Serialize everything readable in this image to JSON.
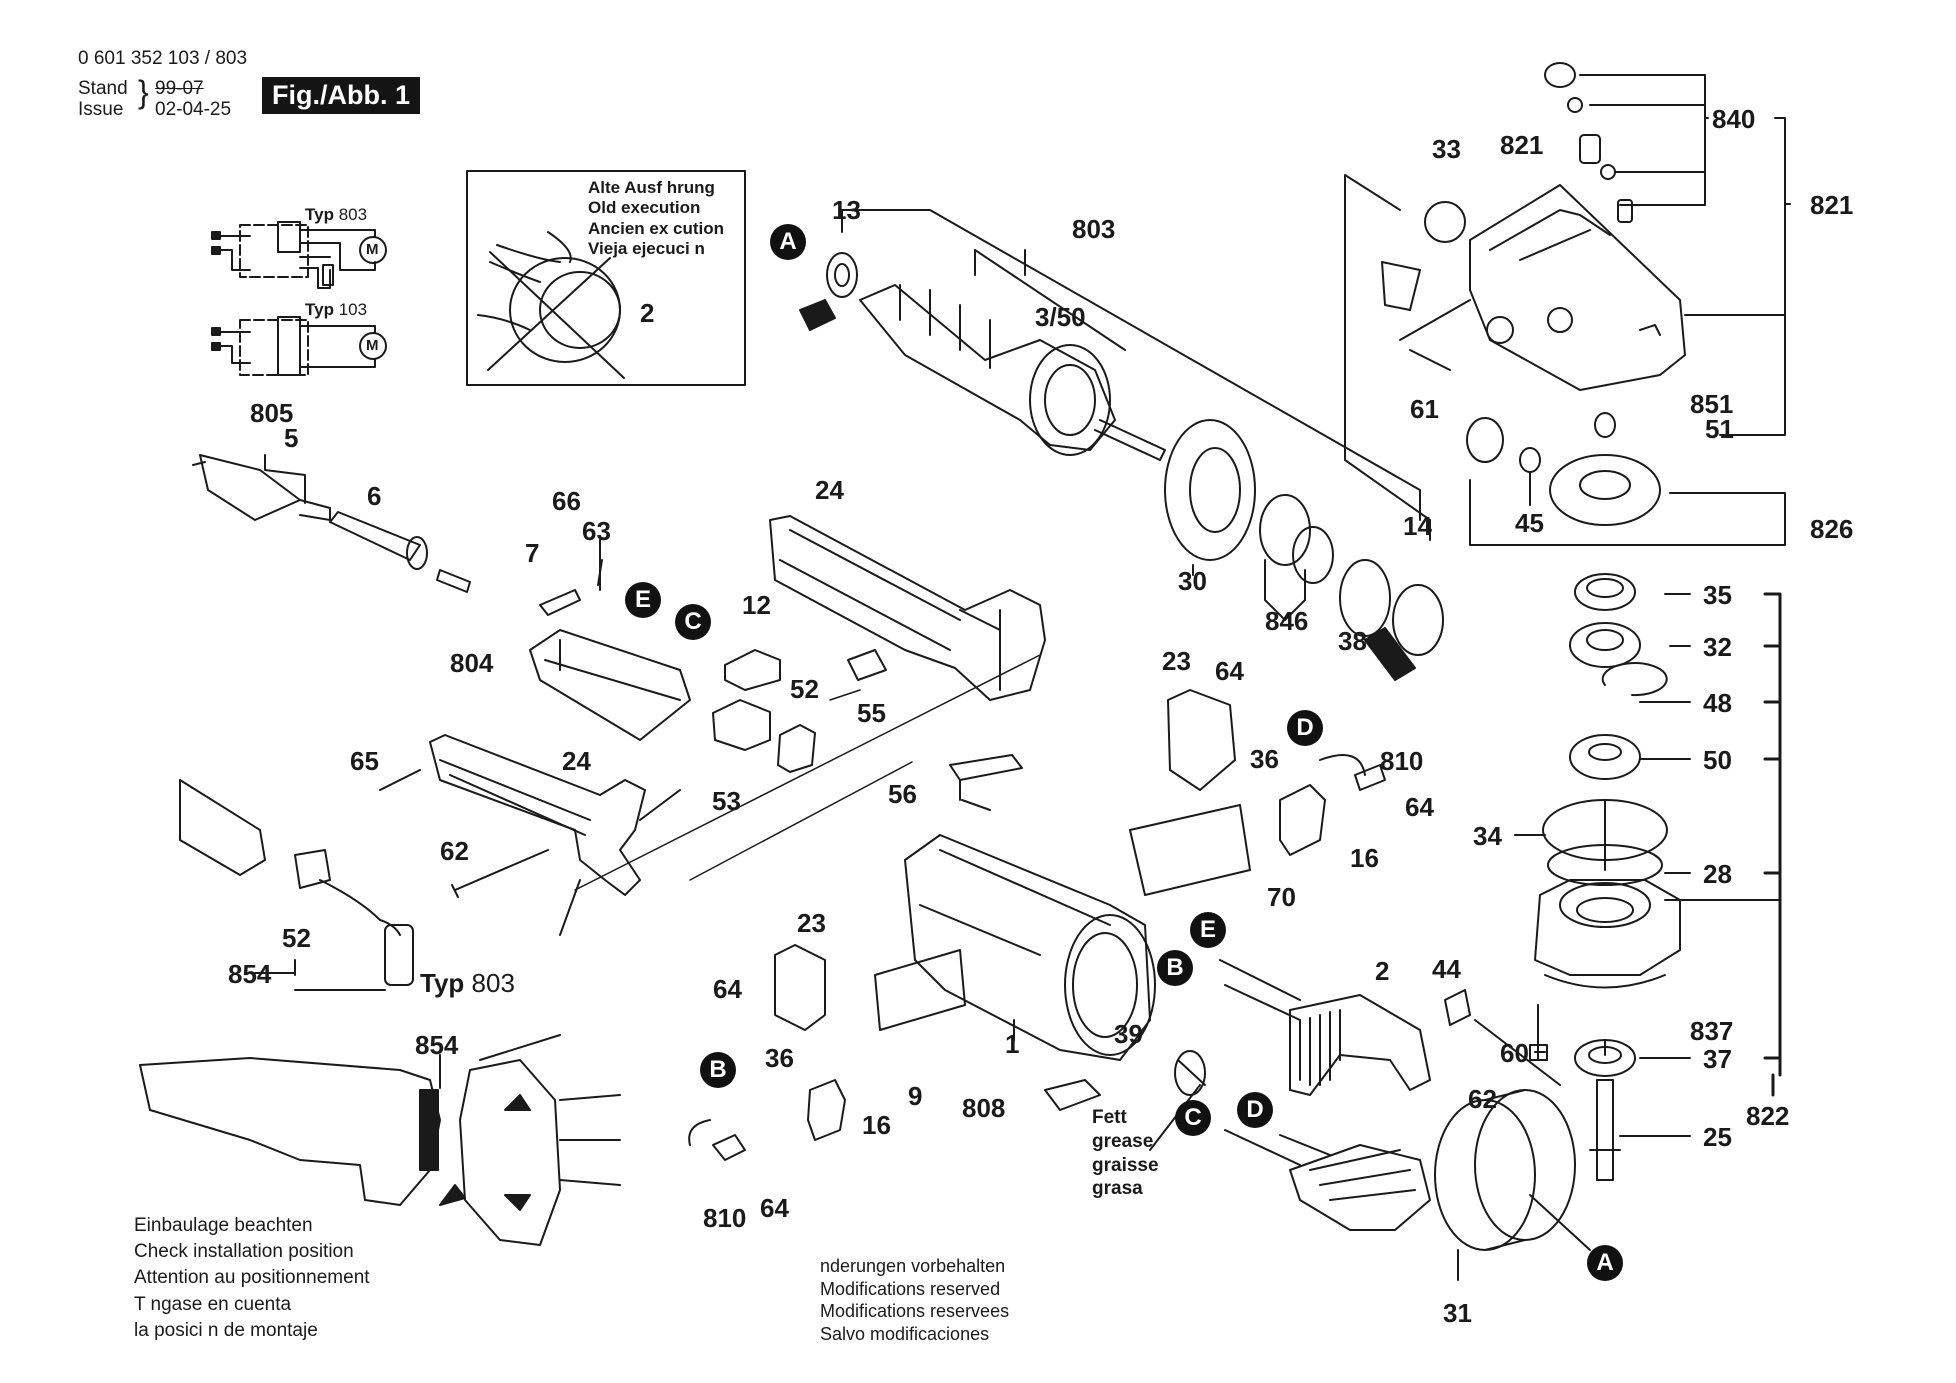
{
  "header": {
    "part_number": "0 601 352 103 / 803",
    "stand_label": "Stand",
    "issue_label": "Issue",
    "old_date": "99-07",
    "issue_date": "02-04-25",
    "figure_label": "Fig./Abb. 1"
  },
  "wiring": {
    "typ803_label": "Typ",
    "typ803_value": "803",
    "typ103_label": "Typ",
    "typ103_value": "103",
    "motor_symbol": "M"
  },
  "old_execution_box": {
    "lines": [
      "Alte Ausf hrung",
      "Old execution",
      "Ancien ex cution",
      "Vieja ejecuci n"
    ],
    "part": "2"
  },
  "connection_markers": [
    "A",
    "B",
    "C",
    "D",
    "E"
  ],
  "labels": {
    "l805": "805",
    "l5": "5",
    "l6": "6",
    "l66": "66",
    "l63": "63",
    "l7": "7",
    "l12": "12",
    "l804": "804",
    "l24a": "24",
    "l24b": "24",
    "l55": "55",
    "l52a": "52",
    "l53": "53",
    "l65": "65",
    "l62a": "62",
    "l52b": "52",
    "l854a": "854",
    "l854b": "854",
    "l13": "13",
    "l803": "803",
    "l350": "3/50",
    "l30": "30",
    "l846": "846",
    "l38": "38",
    "l14": "14",
    "l33": "33",
    "l821a": "821",
    "l840": "840",
    "l821b": "821",
    "l61": "61",
    "l851": "851",
    "l51": "51",
    "l45": "45",
    "l826": "826",
    "l35": "35",
    "l32": "32",
    "l48": "48",
    "l50": "50",
    "l34": "34",
    "l28": "28",
    "l60": "60",
    "l837": "837",
    "l37": "37",
    "l822": "822",
    "l25": "25",
    "l23a": "23",
    "l64a": "64",
    "l36a": "36",
    "l810a": "810",
    "l64b": "64",
    "l56": "56",
    "l16a": "16",
    "l70": "70",
    "l23b": "23",
    "l64c": "64",
    "l36b": "36",
    "l16b": "16",
    "l9": "9",
    "l1": "1",
    "l808": "808",
    "l39": "39",
    "l2": "2",
    "l44": "44",
    "l62b": "62",
    "l31": "31",
    "l810b": "810",
    "l64d": "64"
  },
  "typ_capacitor": {
    "label": "Typ",
    "value": "803"
  },
  "grease_note": [
    "Fett",
    "grease",
    "graisse",
    "grasa"
  ],
  "installation_note": [
    "Einbaulage beachten",
    "Check installation position",
    "Attention au positionnement",
    "T ngase en cuenta",
    "la posici n de montaje"
  ],
  "modifications_note": [
    " nderungen vorbehalten",
    "Modifications reserved",
    "Modifications reservees",
    "Salvo modificaciones"
  ]
}
